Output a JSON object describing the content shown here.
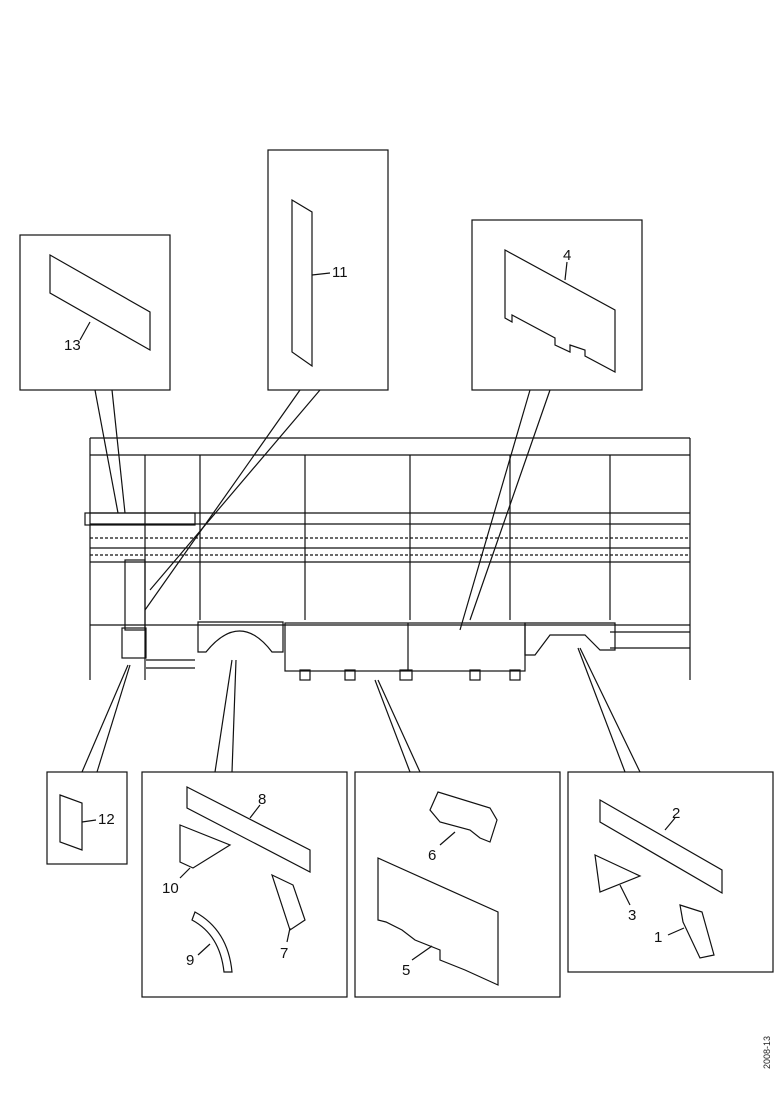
{
  "drawing": {
    "reference_code": "2008-13",
    "callouts": [
      {
        "id": "c1",
        "label": "1"
      },
      {
        "id": "c2",
        "label": "2"
      },
      {
        "id": "c3",
        "label": "3"
      },
      {
        "id": "c4",
        "label": "4"
      },
      {
        "id": "c5",
        "label": "5"
      },
      {
        "id": "c6",
        "label": "6"
      },
      {
        "id": "c7",
        "label": "7"
      },
      {
        "id": "c8",
        "label": "8"
      },
      {
        "id": "c9",
        "label": "9"
      },
      {
        "id": "c10",
        "label": "10"
      },
      {
        "id": "c11",
        "label": "11"
      },
      {
        "id": "c12",
        "label": "12"
      },
      {
        "id": "c13",
        "label": "13"
      }
    ]
  }
}
